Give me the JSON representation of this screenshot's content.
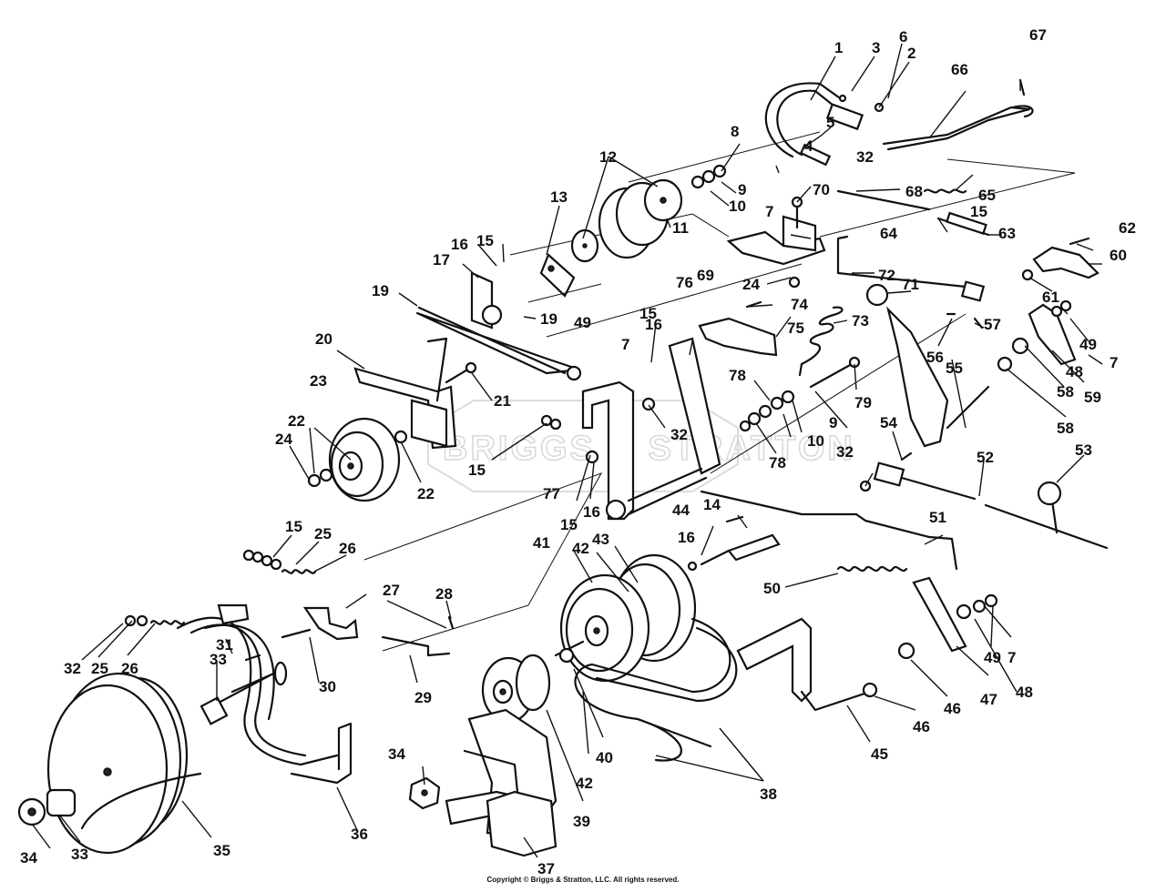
{
  "watermark": "BRIGGS & STRATTON",
  "copyright": "Copyright © Briggs & Stratton, LLC. All rights reserved.",
  "callouts": [
    "1",
    "2",
    "3",
    "4",
    "5",
    "6",
    "7",
    "8",
    "9",
    "10",
    "11",
    "12",
    "13",
    "14",
    "15",
    "16",
    "17",
    "19",
    "20",
    "21",
    "22",
    "23",
    "24",
    "25",
    "26",
    "27",
    "28",
    "29",
    "30",
    "31",
    "32",
    "33",
    "34",
    "35",
    "36",
    "37",
    "38",
    "39",
    "40",
    "41",
    "42",
    "43",
    "44",
    "45",
    "46",
    "47",
    "48",
    "49",
    "50",
    "51",
    "52",
    "53",
    "54",
    "55",
    "56",
    "57",
    "58",
    "59",
    "60",
    "61",
    "62",
    "63",
    "64",
    "65",
    "66",
    "67",
    "68",
    "69",
    "70",
    "71",
    "72",
    "73",
    "74",
    "75",
    "76",
    "77",
    "78",
    "79"
  ]
}
